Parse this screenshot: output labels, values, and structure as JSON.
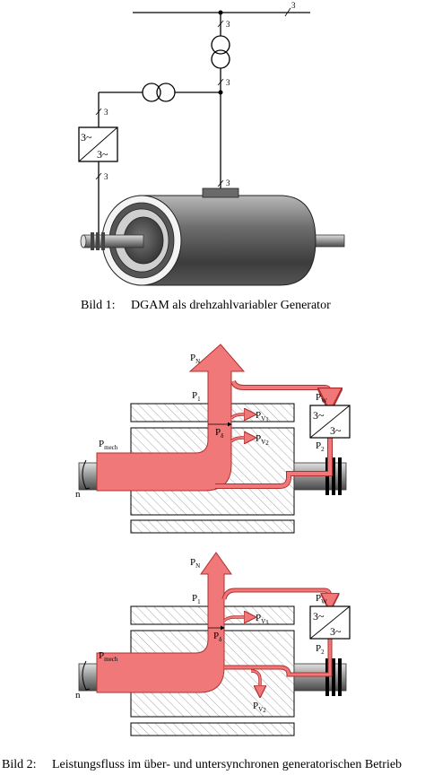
{
  "figure1": {
    "caption_number": "Bild 1:",
    "caption_text": "DGAM als drehzahlvariabler Generator",
    "phase_marks": [
      "3",
      "3",
      "3",
      "3",
      "3",
      "3"
    ],
    "converter": {
      "input": "3~",
      "output": "3~"
    }
  },
  "figure2": {
    "caption_number": "Bild 2:",
    "caption_text": "Leistungsfluss im über- und untersynchronen generatorischen Betrieb",
    "speed_label": "n",
    "converter": {
      "input": "3~",
      "output": "3~"
    },
    "top": {
      "labels": {
        "pn": "P",
        "pn_sub": "N",
        "p1": "P",
        "p1_sub": "1",
        "pw": "P",
        "pw_sub": "W",
        "pv1": "P",
        "pv1_sub": "V",
        "pv1_subsub": "1",
        "pd": "P",
        "pd_sub": "δ",
        "pv2": "P",
        "pv2_sub": "V",
        "pv2_subsub": "2",
        "p2": "P",
        "p2_sub": "2",
        "pmech": "P",
        "pmech_sub": "mech"
      }
    },
    "bottom": {
      "labels": {
        "pn": "P",
        "pn_sub": "N",
        "p1": "P",
        "p1_sub": "1",
        "pw": "P",
        "pw_sub": "W",
        "pv1": "P",
        "pv1_sub": "V",
        "pv1_subsub": "1",
        "pd": "P",
        "pd_sub": "δ",
        "pv2": "P",
        "pv2_sub": "V",
        "pv2_subsub": "2",
        "p2": "P",
        "p2_sub": "2",
        "pmech": "P",
        "pmech_sub": "mech"
      }
    }
  },
  "colors": {
    "flow_fill": "#f07878",
    "flow_stroke": "#b03030",
    "hatch": "#9a9a9a"
  }
}
